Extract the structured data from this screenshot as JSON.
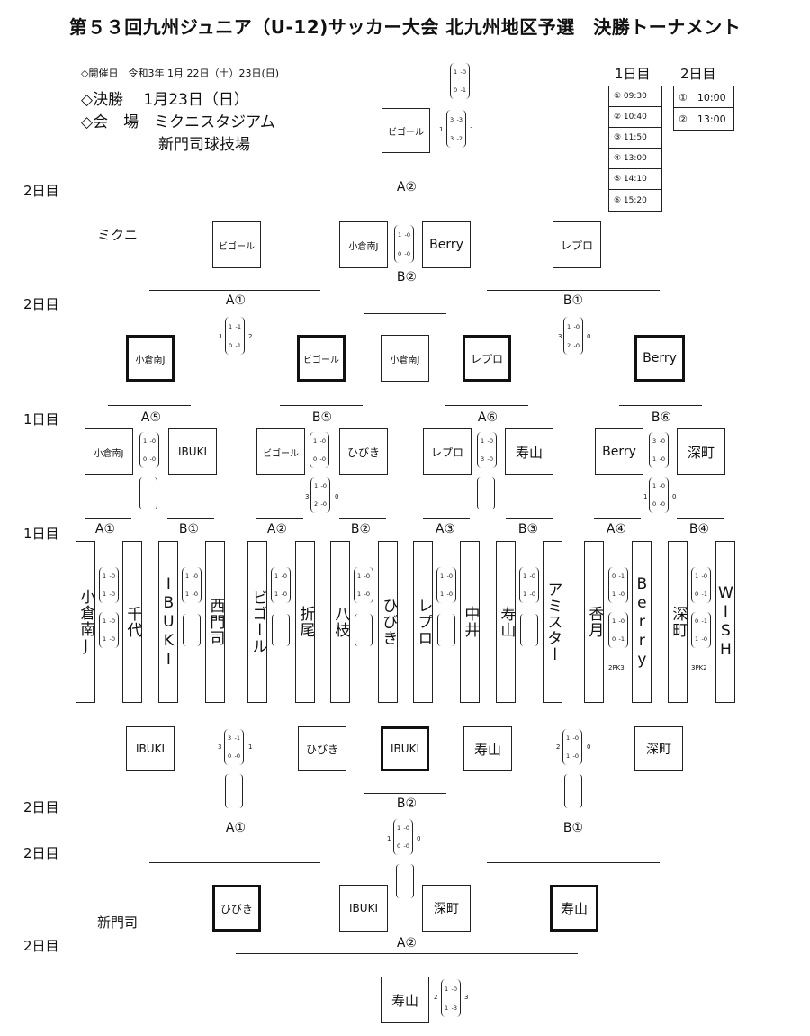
{
  "title": "第５３回九州ジュニア（U-12)サッカー大会 北九州地区予選　決勝トーナメント",
  "info": {
    "dates": "◇開催日　令和3年 1月 22日（土）23日(日)",
    "final": "◇決勝　 1月23日（日）",
    "venue_label": "◇会　場　ミクニスタジアム",
    "venue2": "新門司球技場"
  },
  "schedule": {
    "day1_header": "1日目",
    "day2_header": "2日目",
    "day1": [
      "① 09:30",
      "② 10:40",
      "③ 11:50",
      "④ 13:00",
      "⑤ 14:10",
      "⑥ 15:20"
    ],
    "day2": [
      "①　10:00",
      "②　13:00"
    ]
  },
  "days": {
    "d1": "1日目",
    "d2": "2日目"
  },
  "venues": {
    "mikuni": "ミクニ",
    "shinmoji": "新門司"
  },
  "top": {
    "final_box": "ビゴール",
    "final_score": {
      "left": "1",
      "right": "1",
      "rows": [
        [
          "1",
          "-0"
        ],
        [
          "0",
          "-1"
        ]
      ],
      "pk_rows": [
        [
          "3",
          "-3"
        ],
        [
          "3",
          "-2"
        ]
      ]
    },
    "a2_label": "A②",
    "semis": [
      "ビゴール",
      "小倉南J",
      "Berry",
      "レプロ"
    ],
    "b2_label": "B②",
    "a1_label": "A①",
    "b1_label": "B①",
    "a1_score": {
      "left": "1",
      "right": "2",
      "rows": [
        [
          "1",
          "-1"
        ],
        [
          "0",
          "-1"
        ]
      ]
    },
    "b1_score": {
      "left": "3",
      "right": "0",
      "rows": [
        [
          "1",
          "-0"
        ],
        [
          "2",
          "-0"
        ]
      ]
    },
    "qf": [
      "小倉南J",
      "ビゴール",
      "小倉南J",
      "レプロ",
      "Berry"
    ],
    "a5_label": "A⑤",
    "b5_label": "B⑤",
    "a6_label": "A⑥",
    "b6_label": "B⑥",
    "r16": [
      "小倉南J",
      "IBUKI",
      "ビゴール",
      "ひびき",
      "レプロ",
      "寿山",
      "Berry",
      "深町"
    ],
    "b5_score": {
      "left": "3",
      "right": "0",
      "rows": [
        [
          "1",
          "-0"
        ],
        [
          "2",
          "-0"
        ]
      ]
    },
    "b6_score": {
      "left": "1",
      "right": "0",
      "rows": [
        [
          "1",
          "-0"
        ],
        [
          "0",
          "-0"
        ]
      ]
    },
    "round1_labels": [
      "A①",
      "B①",
      "A②",
      "B②",
      "A③",
      "B③",
      "A④",
      "B④"
    ],
    "teams": [
      "小倉南J",
      "千代",
      "IBUKI",
      "西門司",
      "ビゴール",
      "折尾",
      "八枝",
      "ひびき",
      "レプロ",
      "中井",
      "寿山",
      "アミスター",
      "香月",
      "Berry",
      "深町",
      "WISH"
    ],
    "pk_a4": "2PK3",
    "pk_b4": "3PK2"
  },
  "bottom": {
    "r": [
      "IBUKI",
      "ひびき",
      "IBUKI",
      "寿山",
      "深町"
    ],
    "a1_label": "A①",
    "b1_label": "B①",
    "b2_label": "B②",
    "a1_score": {
      "left": "3",
      "right": "1",
      "rows": [
        [
          "3",
          "-1"
        ],
        [
          "0",
          "-0"
        ]
      ]
    },
    "b1_score": {
      "left": "2",
      "right": "0",
      "rows": [
        [
          "1",
          "-0"
        ],
        [
          "1",
          "-0"
        ]
      ]
    },
    "b2_score": {
      "left": "1",
      "right": "0",
      "rows": [
        [
          "1",
          "-0"
        ],
        [
          "0",
          "-0"
        ]
      ]
    },
    "semis": [
      "ひびき",
      "IBUKI",
      "深町",
      "寿山"
    ],
    "a2_label": "A②",
    "final_box": "寿山",
    "final_score": {
      "left": "2",
      "right": "3",
      "rows": [
        [
          "1",
          "-0"
        ],
        [
          "1",
          "-3"
        ]
      ]
    }
  },
  "colors": {
    "line": "#222222",
    "text": "#111111",
    "bg": "#ffffff"
  }
}
